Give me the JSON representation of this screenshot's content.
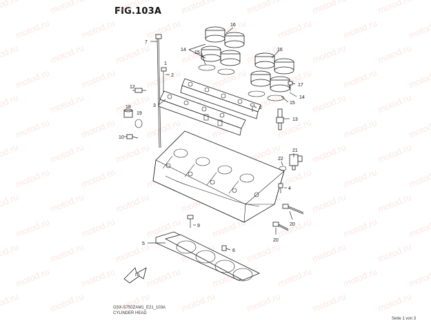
{
  "figure": {
    "title": "FIG.103A",
    "model_code": "GSX-S750ZAM1_E21_103A",
    "part_name": "CYLINDER HEAD",
    "page": "Seite 1 von 3",
    "watermark": "motod.ru"
  },
  "callouts": [
    {
      "id": "c16a",
      "text": "16"
    },
    {
      "id": "c14a",
      "text": "14"
    },
    {
      "id": "c15a",
      "text": "15"
    },
    {
      "id": "c7",
      "text": "7"
    },
    {
      "id": "c1",
      "text": "1"
    },
    {
      "id": "c2a",
      "text": "2"
    },
    {
      "id": "c16b",
      "text": "16"
    },
    {
      "id": "c17",
      "text": "17"
    },
    {
      "id": "c14b",
      "text": "14"
    },
    {
      "id": "c15b",
      "text": "15"
    },
    {
      "id": "c12",
      "text": "12"
    },
    {
      "id": "c18",
      "text": "18"
    },
    {
      "id": "c19",
      "text": "19"
    },
    {
      "id": "c3",
      "text": "3"
    },
    {
      "id": "c2b",
      "text": "2"
    },
    {
      "id": "c13",
      "text": "13"
    },
    {
      "id": "c10",
      "text": "10"
    },
    {
      "id": "c21",
      "text": "21"
    },
    {
      "id": "c22",
      "text": "22"
    },
    {
      "id": "c4",
      "text": "4"
    },
    {
      "id": "c9",
      "text": "9"
    },
    {
      "id": "c20a",
      "text": "20"
    },
    {
      "id": "c20b",
      "text": "20"
    },
    {
      "id": "c5",
      "text": "5"
    },
    {
      "id": "c6",
      "text": "6"
    }
  ],
  "fr_badge": "FR",
  "colors": {
    "line": "#1a1a1a",
    "watermark": "#f3b7b7"
  }
}
